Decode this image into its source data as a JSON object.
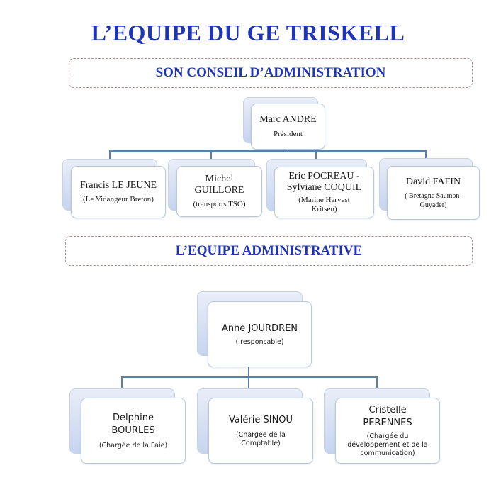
{
  "title": "L’EQUIPE DU GE TRISKELL",
  "board": {
    "heading": "SON CONSEIL D’ADMINISTRATION",
    "president": {
      "name": "Marc ANDRE",
      "role": "Président"
    },
    "members": [
      {
        "name": "Francis LE JEUNE",
        "role": "(Le Vidangeur Breton)"
      },
      {
        "name": "Michel GUILLORE",
        "role": "(transports TSO)"
      },
      {
        "name": "Eric POCREAU - Sylviane COQUIL",
        "role": "(Marine Harvest Kritsen)"
      },
      {
        "name": "David FAFIN",
        "role": "( Bretagne Saumon-Guyader)"
      }
    ]
  },
  "admin": {
    "heading": "L’EQUIPE ADMINISTRATIVE",
    "lead": {
      "name": "Anne JOURDREN",
      "role": "( responsable)"
    },
    "members": [
      {
        "name": "Delphine BOURLES",
        "role": "(Chargée de la Paie)"
      },
      {
        "name": "Valérie SINOU",
        "role": "(Chargée de la Comptable)"
      },
      {
        "name": "Cristelle PERENNES",
        "role": "(Chargée du développement et de la communication)"
      }
    ]
  },
  "colors": {
    "heading": "#1f35b5",
    "dashed_border": "#b28a8c",
    "connector": "#5a7fa8"
  }
}
